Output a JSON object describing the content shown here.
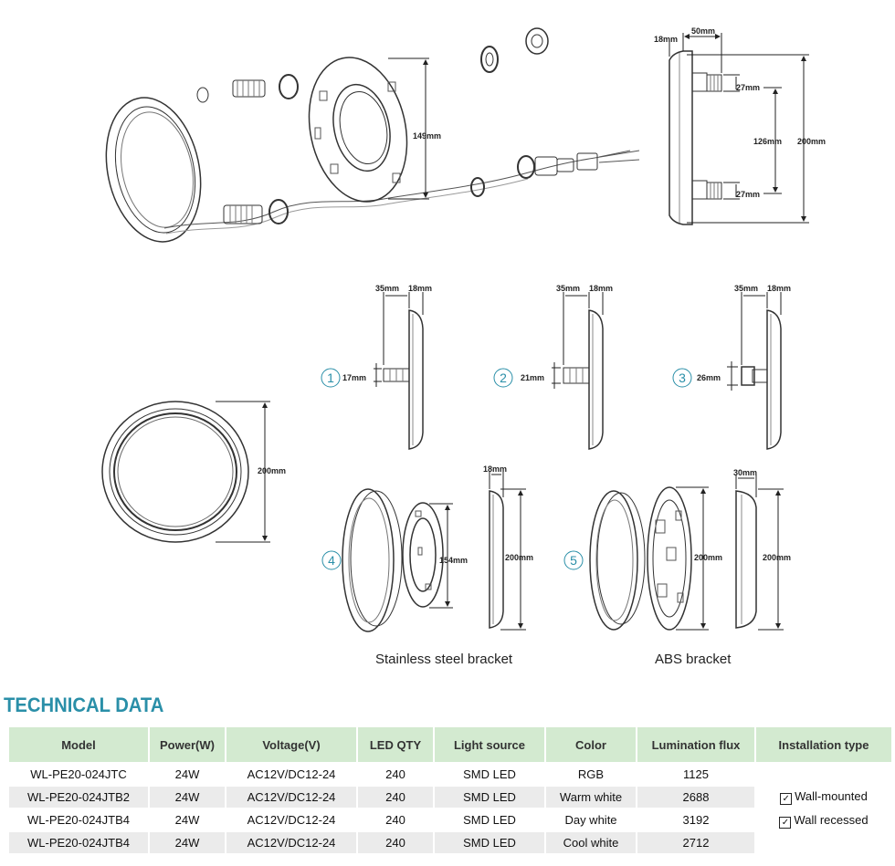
{
  "dims": {
    "top_18": "18mm",
    "top_50": "50mm",
    "top_27a": "27mm",
    "top_126": "126mm",
    "top_200": "200mm",
    "top_27b": "27mm",
    "exploded_149": "149mm",
    "v1_35": "35mm",
    "v1_18": "18mm",
    "v1_h": "17mm",
    "v2_35": "35mm",
    "v2_18": "18mm",
    "v2_h": "21mm",
    "v3_35": "35mm",
    "v3_18": "18mm",
    "v3_h": "26mm",
    "ring_200": "200mm",
    "v4_154": "154mm",
    "v4_18": "18mm",
    "v4_200": "200mm",
    "v5_200a": "200mm",
    "v5_30": "30mm",
    "v5_200b": "200mm"
  },
  "markers": [
    "1",
    "2",
    "3",
    "4",
    "5"
  ],
  "captions": {
    "stainless": "Stainless steel bracket",
    "abs": "ABS bracket"
  },
  "technical": {
    "title": "TECHNICAL DATA",
    "headers": [
      "Model",
      "Power(W)",
      "Voltage(V)",
      "LED QTY",
      "Light source",
      "Color",
      "Lumination flux",
      "Installation type"
    ],
    "rows": [
      [
        "WL-PE20-024JTC",
        "24W",
        "AC12V/DC12-24",
        "240",
        "SMD LED",
        "RGB",
        "1125"
      ],
      [
        "WL-PE20-024JTB2",
        "24W",
        "AC12V/DC12-24",
        "240",
        "SMD LED",
        "Warm white",
        "2688"
      ],
      [
        "WL-PE20-024JTB4",
        "24W",
        "AC12V/DC12-24",
        "240",
        "SMD LED",
        "Day white",
        "3192"
      ],
      [
        "WL-PE20-024JTB4",
        "24W",
        "AC12V/DC12-24",
        "240",
        "SMD LED",
        "Cool white",
        "2712"
      ]
    ],
    "installation": [
      "Wall-mounted",
      "Wall recessed"
    ],
    "check_glyph": "✓"
  }
}
